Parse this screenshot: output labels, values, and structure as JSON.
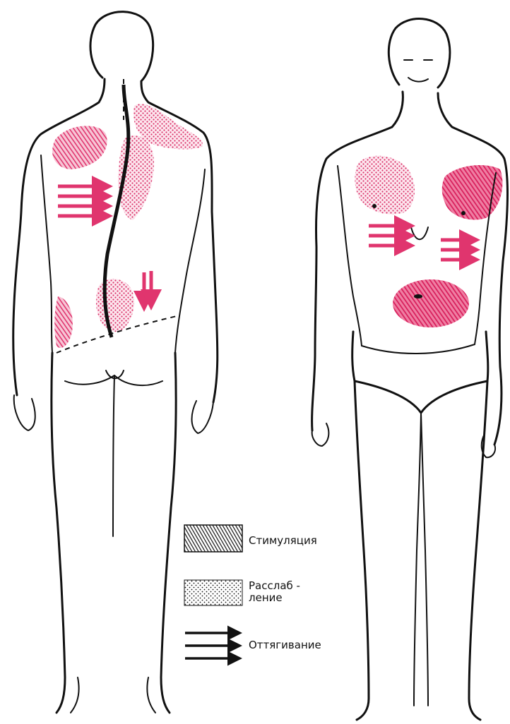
{
  "colors": {
    "stimulation": "#e0356e",
    "relaxation_dots": "#d93067",
    "outline": "#111111",
    "background": "#ffffff"
  },
  "legend": {
    "items": [
      {
        "key": "stimulation",
        "label": "Стимуляция",
        "pattern": "hatched"
      },
      {
        "key": "relaxation",
        "label": "Расслаб -\nление",
        "pattern": "dotted"
      },
      {
        "key": "traction",
        "label": "Оттягивание",
        "pattern": "arrows"
      }
    ]
  }
}
